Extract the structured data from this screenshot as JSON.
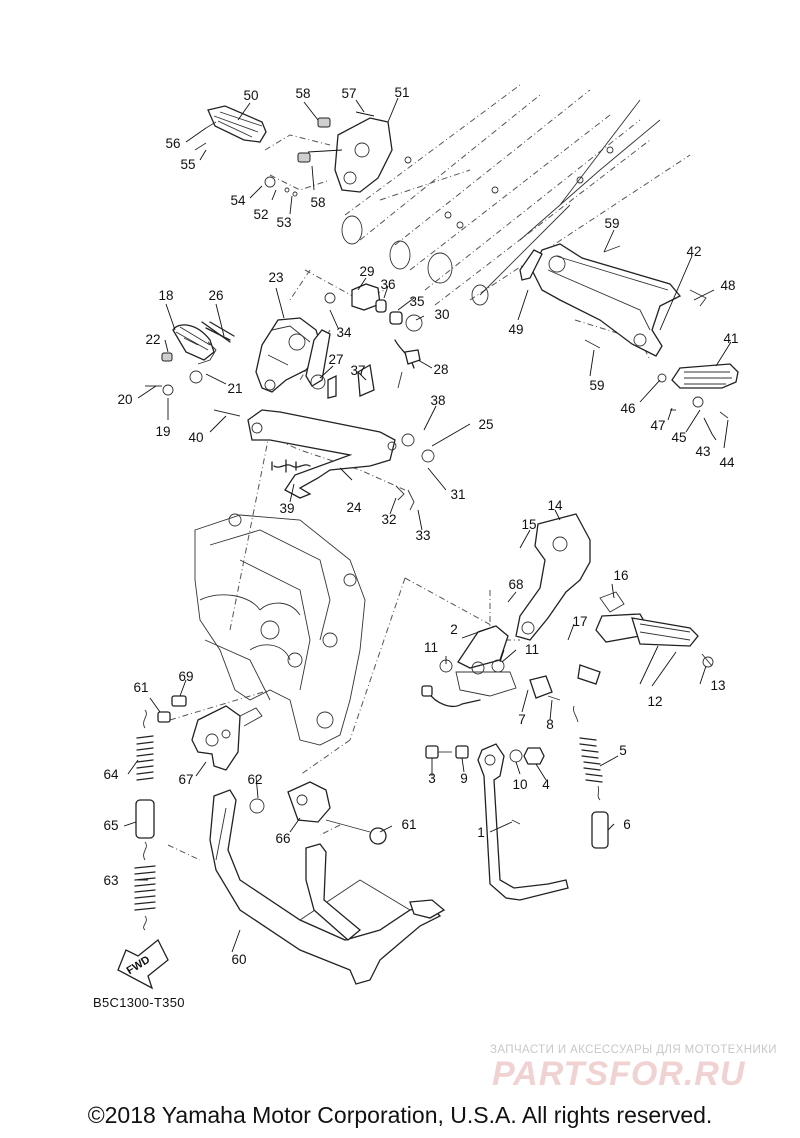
{
  "diagram": {
    "callouts": [
      "1",
      "2",
      "3",
      "4",
      "5",
      "6",
      "7",
      "8",
      "9",
      "10",
      "11",
      "11",
      "12",
      "13",
      "14",
      "15",
      "16",
      "17",
      "18",
      "19",
      "20",
      "21",
      "22",
      "23",
      "24",
      "25",
      "26",
      "27",
      "28",
      "29",
      "30",
      "31",
      "32",
      "33",
      "34",
      "35",
      "36",
      "37",
      "38",
      "39",
      "40",
      "41",
      "42",
      "43",
      "44",
      "45",
      "46",
      "47",
      "48",
      "49",
      "50",
      "51",
      "52",
      "53",
      "54",
      "55",
      "56",
      "57",
      "58",
      "58",
      "59",
      "59",
      "60",
      "61",
      "61",
      "62",
      "63",
      "64",
      "65",
      "66",
      "67",
      "68",
      "69"
    ],
    "fwd_label": "FWD",
    "code": "B5C1300-T350"
  },
  "watermark": {
    "tagline": "ЗАПЧАСТИ И АКСЕССУАРЫ ДЛЯ МОТОТЕХНИКИ",
    "logo": "PARTSFOR.RU"
  },
  "footer": {
    "copyright": "©2018 Yamaha Motor Corporation, U.S.A. All rights reserved."
  }
}
